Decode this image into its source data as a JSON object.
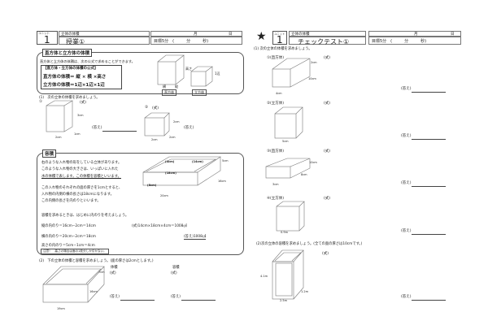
{
  "left": {
    "unit_label": "ユニット",
    "unit_number": "1",
    "topic": "立体の体積",
    "title": "授業①",
    "date": {
      "month": "月",
      "day": "日"
    },
    "goal": "目標5分　(　　　分　　　秒)",
    "intro": {
      "heading": "直方体と立方体の体積",
      "text": "直方体と立方体の体積は、次の公式で求めることができます。",
      "formula_title": "【直方体・立方体の体積の公式】",
      "formula1": "直方体の体積＝ 縦 × 横 ×高さ",
      "formula2": "立方体の体積＝1辺×1辺×1辺",
      "fig_labels": {
        "height": "高さ",
        "width": "横",
        "depth": "縦",
        "cuboid": "直方体",
        "cube": "立方体",
        "side": "1辺"
      }
    },
    "q1": {
      "prompt": "(1)　次の立体の体積を求めましょう。",
      "items": [
        {
          "num": "①",
          "formula": "(式)",
          "dims": [
            "3cm",
            "2cm",
            "1cm"
          ],
          "answer": "(答え)"
        },
        {
          "num": "②",
          "formula": "(式)",
          "dims": [
            "2cm",
            "2cm",
            "2cm"
          ],
          "answer": "(答え)"
        }
      ]
    },
    "capacity": {
      "heading": "容積",
      "lines": [
        "右のような入れ物の形をしている立体があります。",
        "このような入れ物の大きさは、いっぱいに入れた",
        "水の体積で表します。この体積を容積といいます。",
        "この入れ物のそれぞれの面の厚さを1cmとすると、",
        "入れ物の内側の横の長さは18cmになります。",
        "この内側の長さを内のりといいます。",
        "容積を求めるときは、はじめに内のりを考えましょう。"
      ],
      "calc1": "縦の内のり＝16cm−2cm＝14cm",
      "calc_formula": "(式)14cm×18cm×4cm＝1008㎤",
      "calc2": "横の内のり＝20cm−2cm＝18cm",
      "calc_answer": "(答え)1008㎤",
      "calc3": "高さの内のり＝5cm−1cm＝4cm",
      "note": "注意！　高さの場合は面の1枚分しか引かない。",
      "fig_labels": [
        "(4cm)",
        "(14cm)",
        "(18cm)",
        "(8cm)",
        "5cm",
        "16cm",
        "20cm"
      ]
    },
    "q2": {
      "prompt": "(2)　下の立体の体積と容積を求めましょう。(面の厚さは2cmとします。)",
      "volume": "体積",
      "capacity": "容積",
      "formula": "(式)",
      "answer": "(答え)",
      "dims": [
        "7cm",
        "16cm",
        "19cm"
      ]
    }
  },
  "right": {
    "star": "★",
    "unit_label": "ユニット",
    "unit_number": "1",
    "topic": "立体の体積",
    "title": "チェックテスト①",
    "date": {
      "month": "月",
      "day": "日"
    },
    "goal": "目標5分　(　　　分　　　秒)",
    "q1": {
      "prompt": "(1) 次の立体の体積を求めましょう。",
      "items": [
        {
          "label": "①(直方体)",
          "formula": "(式)",
          "dims": [
            "2cm",
            "10cm",
            "4cm"
          ],
          "answer": "(答え)"
        },
        {
          "label": "②(立方体)",
          "formula": "(式)",
          "dims": [
            "5cm"
          ],
          "answer": "(答え)"
        },
        {
          "label": "③(直方体)",
          "formula": "(式)",
          "dims": [
            "10cm",
            "8cm",
            "3cm"
          ],
          "answer": "(答え)"
        },
        {
          "label": "④(立方体)",
          "formula": "(式)",
          "dims": [
            "0.9m"
          ],
          "answer": "(答え)"
        }
      ]
    },
    "q2": {
      "prompt": "(2)次の立体の容積を求めましょう。(全ての面の厚さは10cmです。)",
      "formula": "(式)",
      "answer": "(答え)",
      "dims": [
        "4.1m",
        "1.2m",
        "2.5m"
      ]
    }
  }
}
